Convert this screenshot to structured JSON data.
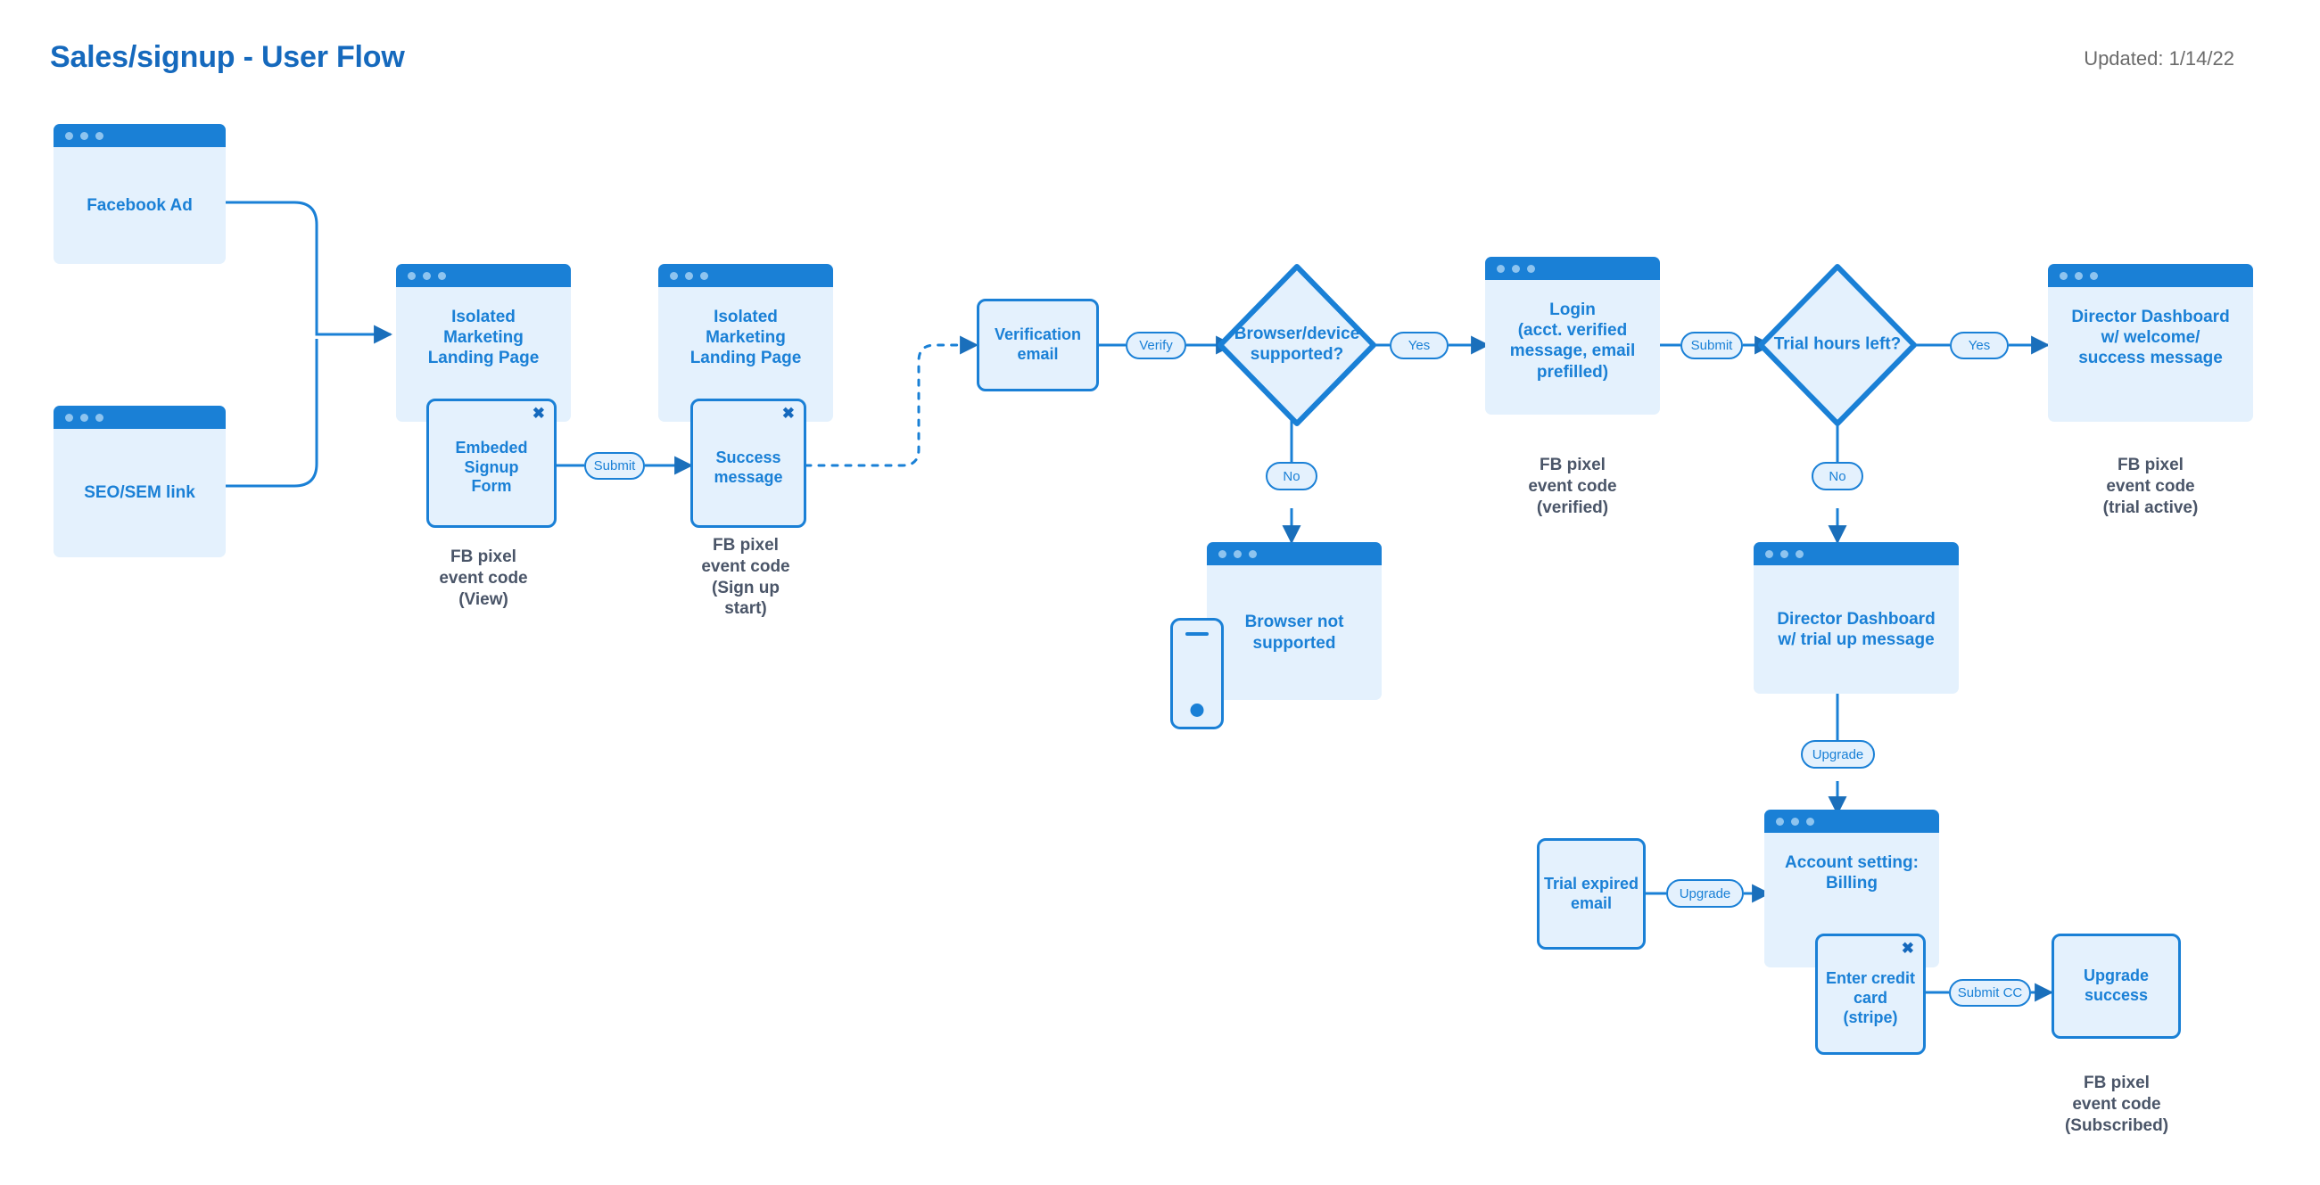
{
  "header": {
    "title": "Sales/signup - User Flow",
    "updated": "Updated: 1/14/22"
  },
  "colors": {
    "accent_blue": "#1a80d6",
    "title_blue": "#1569bd",
    "node_fill": "#e4f1fd",
    "caption_gray": "#4a5568",
    "updated_gray": "#6b6b6b",
    "titlebar_dot": "#8ec4ef",
    "background": "#ffffff"
  },
  "nodes": {
    "facebook_ad": {
      "label": "Facebook Ad",
      "type": "browser-window"
    },
    "seo_sem_link": {
      "label": "SEO/SEM link",
      "type": "browser-window"
    },
    "landing_page_1": {
      "label": "Isolated\nMarketing\nLanding Page",
      "type": "browser-window"
    },
    "signup_form": {
      "label": "Embeded\nSignup\nForm",
      "type": "modal",
      "close": "✖"
    },
    "landing_page_2": {
      "label": "Isolated\nMarketing\nLanding Page",
      "type": "browser-window"
    },
    "success_message": {
      "label": "Success\nmessage",
      "type": "modal",
      "close": "✖"
    },
    "verification_email": {
      "label": "Verification\nemail",
      "type": "rect"
    },
    "browser_supported": {
      "label": "Browser/device\nsupported?",
      "type": "decision"
    },
    "browser_not_supported": {
      "label": "Browser not\nsupported",
      "type": "browser-window"
    },
    "login": {
      "label": "Login\n(acct. verified\nmessage, email\nprefilled)",
      "type": "browser-window"
    },
    "trial_hours_left": {
      "label": "Trial hours left?",
      "type": "decision"
    },
    "dashboard_welcome": {
      "label": "Director Dashboard\nw/ welcome/\nsuccess message",
      "type": "browser-window"
    },
    "dashboard_trial_up": {
      "label": "Director Dashboard\nw/ trial up message",
      "type": "browser-window"
    },
    "trial_expired_email": {
      "label": "Trial expired\nemail",
      "type": "rect"
    },
    "account_billing": {
      "label": "Account setting:\nBilling",
      "type": "browser-window"
    },
    "enter_credit_card": {
      "label": "Enter credit\ncard\n(stripe)",
      "type": "modal",
      "close": "✖"
    },
    "upgrade_success": {
      "label": "Upgrade\nsuccess",
      "type": "rect"
    }
  },
  "edge_labels": {
    "submit_signup": "Submit",
    "verify": "Verify",
    "yes_browser": "Yes",
    "no_browser": "No",
    "submit_login": "Submit",
    "yes_trial": "Yes",
    "no_trial": "No",
    "upgrade_from_dashboard": "Upgrade",
    "upgrade_from_email": "Upgrade",
    "submit_cc": "Submit CC"
  },
  "captions": {
    "landing_page_1": "FB pixel\nevent code\n(View)",
    "landing_page_2": "FB pixel\nevent code\n(Sign up\nstart)",
    "login": "FB pixel\nevent code\n(verified)",
    "dashboard_welcome": "FB pixel\nevent code\n(trial active)",
    "upgrade_success": "FB pixel\nevent code\n(Subscribed)"
  },
  "icons": {
    "phone": "mobile-phone-icon",
    "window_dots": "window-controls-icon",
    "close": "close-icon"
  }
}
